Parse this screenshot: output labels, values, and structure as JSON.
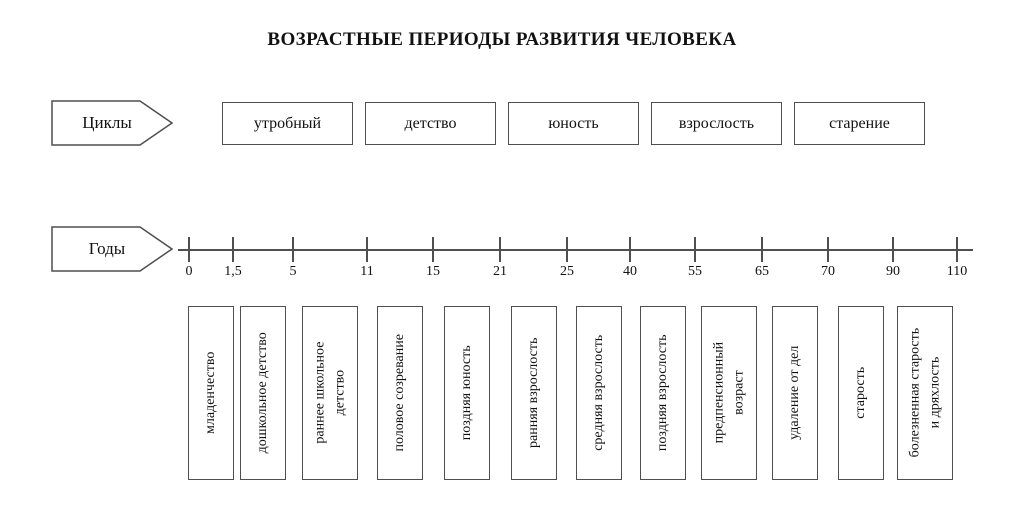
{
  "title": "ВОЗРАСТНЫЕ ПЕРИОДЫ РАЗВИТИЯ ЧЕЛОВЕКА",
  "cycles": {
    "label": "Циклы",
    "items": [
      "утробный",
      "детство",
      "юность",
      "взрослость",
      "старение"
    ]
  },
  "years": {
    "label": "Годы",
    "ticks": [
      "0",
      "1,5",
      "5",
      "11",
      "15",
      "21",
      "25",
      "40",
      "55",
      "65",
      "70",
      "90",
      "110"
    ]
  },
  "periods": [
    "младенчество",
    "дошкольное детство",
    "раннее школьное\nдетство",
    "половое созревание",
    "поздняя юность",
    "ранняя взрослость",
    "средняя взрослость",
    "поздняя взрослость",
    "предпенсионный\nвозраст",
    "удаление от дел",
    "старость",
    "болезненная старость\nи дряхлость"
  ],
  "colors": {
    "stroke": "#4f4f4f",
    "text": "#111111",
    "background": "#ffffff"
  }
}
